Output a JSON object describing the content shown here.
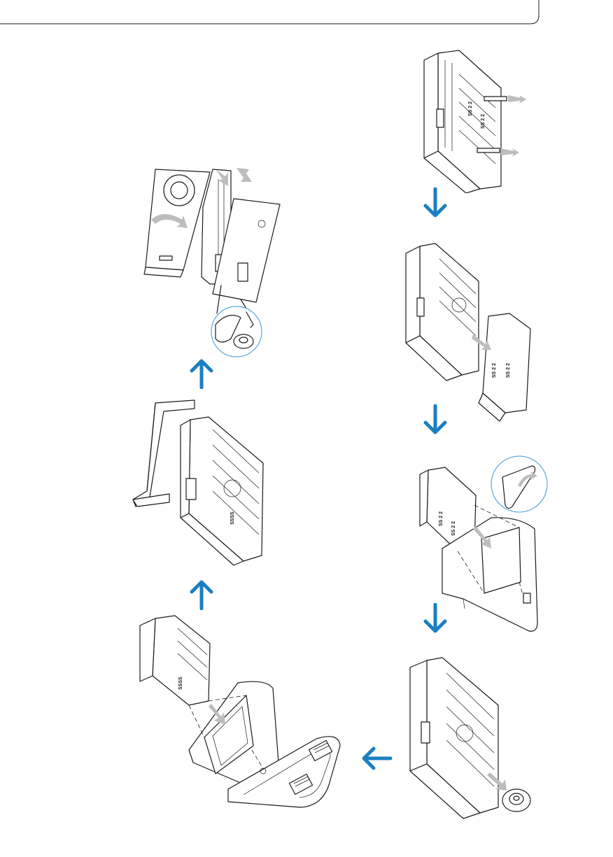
{
  "colors": {
    "accent_arrow": "#1a7fc1",
    "line": "#1a1a1a",
    "hint_arrow": "#bdbdbd",
    "zoom_circle": "#5aa9d6"
  },
  "figures": [
    {
      "id": "remove-rear-bolts",
      "icon": "radio-with-bolts-icon"
    },
    {
      "id": "remove-sleeve",
      "icon": "radio-and-sleeve-icon"
    },
    {
      "id": "mount-sleeve-in-dashboard",
      "icon": "sleeve-into-dash-icon"
    },
    {
      "id": "insert-rubber-bushing",
      "icon": "radio-with-bushing-icon"
    },
    {
      "id": "slide-radio-into-dash",
      "icon": "radio-into-dash-icon"
    },
    {
      "id": "attach-trim-frame",
      "icon": "radio-with-trim-frame-icon"
    },
    {
      "id": "attach-front-panel",
      "icon": "front-panel-attach-icon"
    }
  ],
  "arrows": [
    {
      "id": "arrow-down-1",
      "direction": "down"
    },
    {
      "id": "arrow-down-2",
      "direction": "down"
    },
    {
      "id": "arrow-down-3",
      "direction": "down"
    },
    {
      "id": "arrow-left-1",
      "direction": "left"
    },
    {
      "id": "arrow-up-1",
      "direction": "up"
    },
    {
      "id": "arrow-up-2",
      "direction": "up"
    }
  ]
}
